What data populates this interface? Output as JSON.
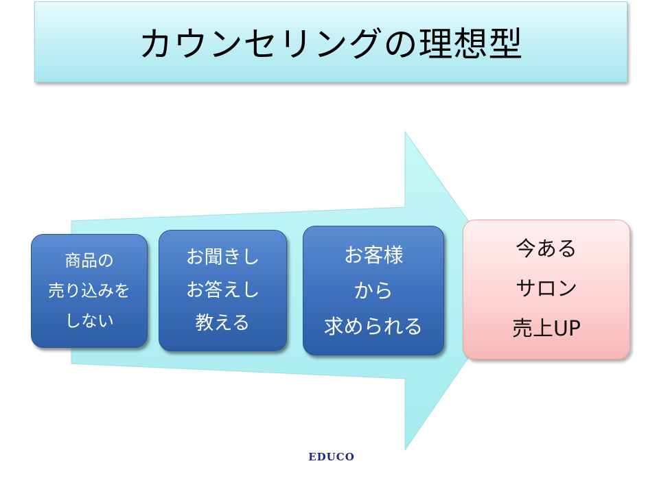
{
  "title": "カウンセリングの理想型",
  "steps": [
    {
      "lines": [
        "商品の",
        "売り込みを",
        "しない"
      ]
    },
    {
      "lines": [
        "お聞きし",
        "お答えし",
        "教える"
      ]
    },
    {
      "lines": [
        "お客様",
        "から",
        "求められる"
      ]
    }
  ],
  "result": {
    "lines": [
      "今ある",
      "サロン",
      "売上UP"
    ]
  },
  "logo": "EDUCO",
  "colors": {
    "arrow_fill": "#b8f3f3",
    "step_fill": "#3f72bd",
    "result_fill": "#ffd4d4",
    "title_fill": "#c6f1f6"
  }
}
